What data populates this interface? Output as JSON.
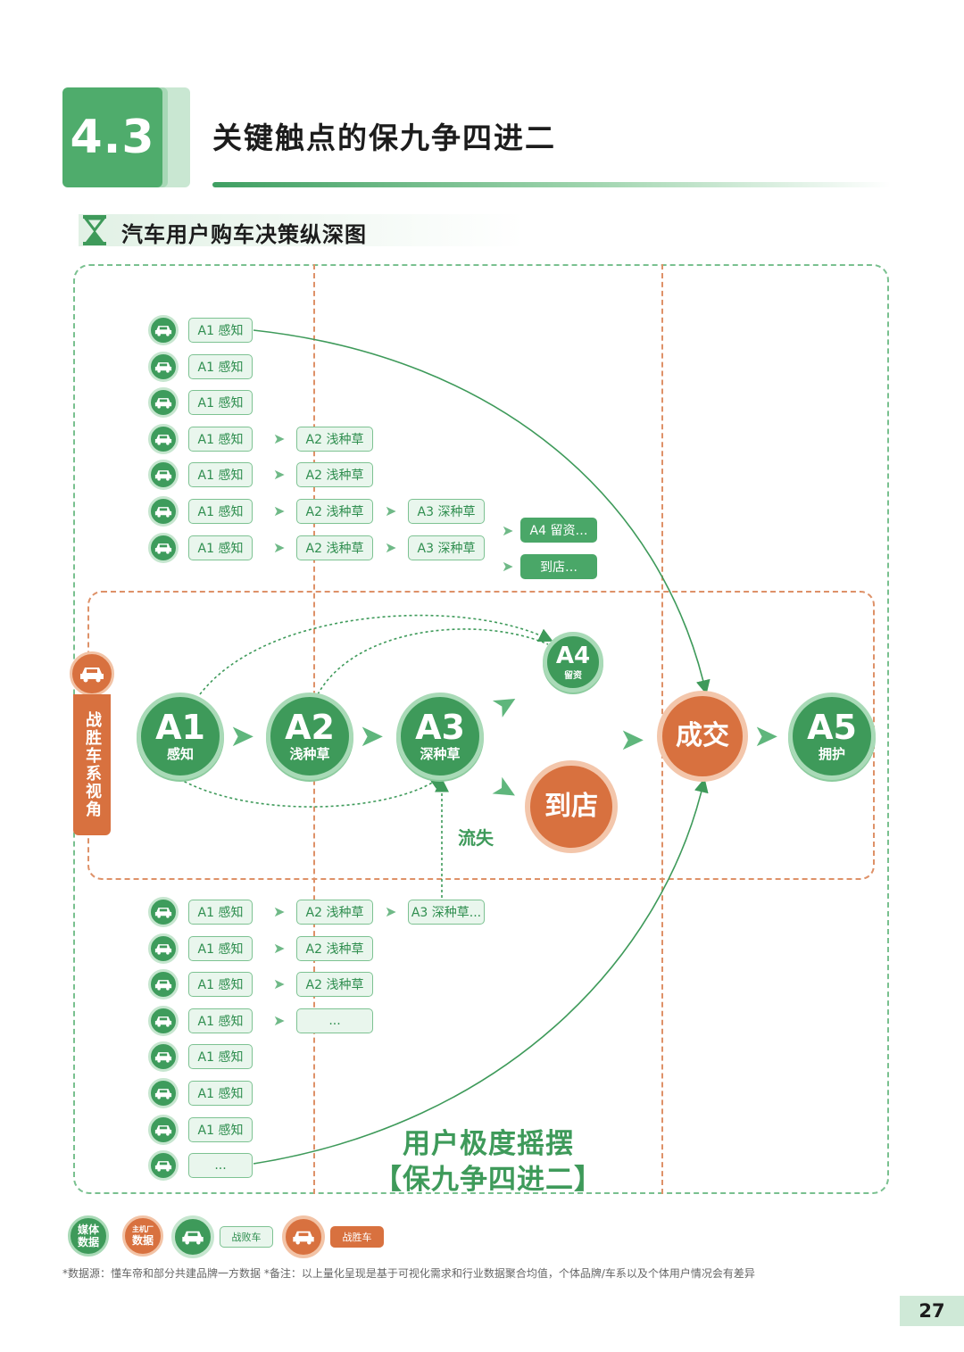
{
  "header": {
    "section_number": "4.3",
    "title": "关键触点的保九争四进二",
    "subtitle": "汽车用户购车决策纵深图"
  },
  "top_rows": [
    {
      "steps": [
        "A1 感知"
      ]
    },
    {
      "steps": [
        "A1 感知"
      ]
    },
    {
      "steps": [
        "A1 感知"
      ]
    },
    {
      "steps": [
        "A1 感知",
        "A2 浅种草"
      ]
    },
    {
      "steps": [
        "A1 感知",
        "A2 浅种草"
      ]
    },
    {
      "steps": [
        "A1 感知",
        "A2 浅种草",
        "A3 深种草"
      ]
    },
    {
      "steps": [
        "A1 感知",
        "A2 浅种草",
        "A3 深种草"
      ]
    }
  ],
  "top_branch": [
    "A4 留资…",
    "到店…"
  ],
  "side_label": "战胜车系视角",
  "nodes": {
    "a1": {
      "label": "A1",
      "sub": "感知"
    },
    "a2": {
      "label": "A2",
      "sub": "浅种草"
    },
    "a3": {
      "label": "A3",
      "sub": "深种草"
    },
    "a4": {
      "label": "A4",
      "sub": "留资"
    },
    "store": {
      "label": "到店"
    },
    "deal": {
      "label": "成交"
    },
    "a5": {
      "label": "A5",
      "sub": "拥护"
    }
  },
  "loss_label": "流失",
  "bottom_rows": [
    {
      "steps": [
        "A1 感知",
        "A2 浅种草",
        "A3 深种草..."
      ]
    },
    {
      "steps": [
        "A1 感知",
        "A2 浅种草"
      ]
    },
    {
      "steps": [
        "A1 感知",
        "A2 浅种草"
      ]
    },
    {
      "steps": [
        "A1 感知",
        "..."
      ]
    },
    {
      "steps": [
        "A1 感知"
      ]
    },
    {
      "steps": [
        "A1 感知"
      ]
    },
    {
      "steps": [
        "A1 感知"
      ]
    },
    {
      "steps": [
        "..."
      ]
    }
  ],
  "swing_text": [
    "用户极度摇摆",
    "【保九争四进二】"
  ],
  "legend": {
    "media": "媒体\n数据",
    "oem_small": "主机厂",
    "oem_big": "数据",
    "lost_car": "战败车",
    "win_car": "战胜车"
  },
  "footnote": "*数据源：懂车帝和部分共建品牌一方数据   *备注：以上量化呈现是基于可视化需求和行业数据聚合均值，个体品牌/车系以及个体用户情况会有差异",
  "page_number": "27",
  "colors": {
    "green": "#3e9a5a",
    "light_green": "#a9dab7",
    "orange": "#d8713f"
  }
}
